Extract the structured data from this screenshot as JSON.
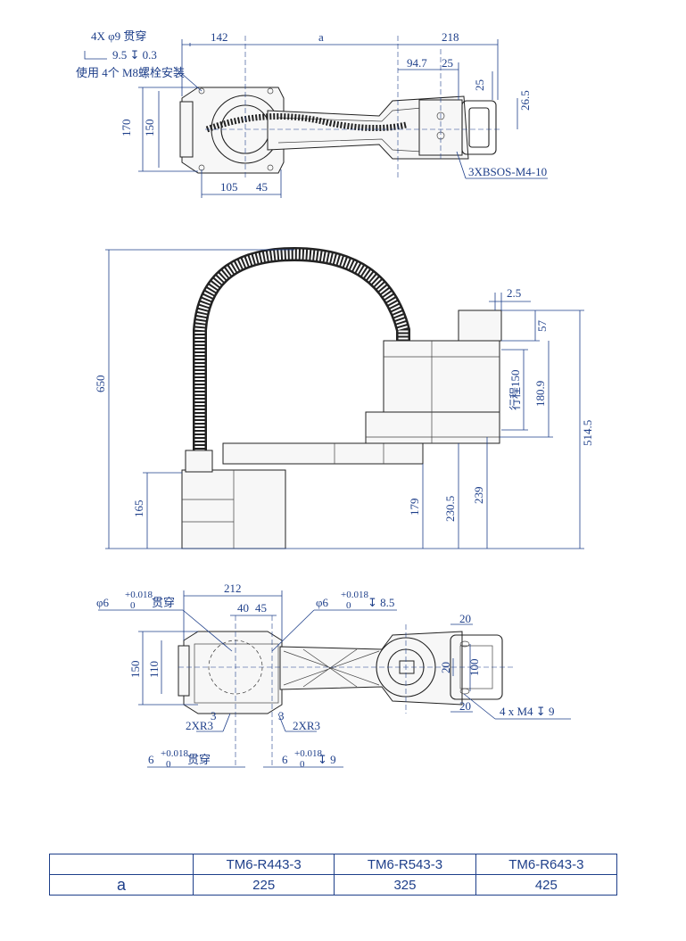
{
  "top_view": {
    "note_holes": "4X φ9 贯穿",
    "note_counterbore": "9.5 ↧ 0.3",
    "note_usage": "使用 4个 M8螺栓安装",
    "dim_142": "142",
    "dim_a": "a",
    "dim_218": "218",
    "dim_94_7": "94.7",
    "dim_25": "25",
    "dim_25_v": "25",
    "dim_26_5": "26.5",
    "dim_170": "170",
    "dim_150": "150",
    "dim_105": "105",
    "dim_45": "45",
    "screw_note": "3XBSOS-M4-10"
  },
  "side_view": {
    "dim_650": "650",
    "dim_165": "165",
    "dim_179": "179",
    "dim_230_5": "230.5",
    "dim_239": "239",
    "dim_2_5": "2.5",
    "dim_57": "57",
    "dim_stroke": "行程150",
    "dim_180_9": "180.9",
    "dim_514_5": "514.5"
  },
  "bottom_view": {
    "dim_212": "212",
    "dim_40": "40",
    "dim_45": "45",
    "pin_hole_through": "φ6",
    "tol_upper": "+0.018",
    "tol_lower": "0",
    "through_word": "贯穿",
    "pin_hole_depth": "φ6",
    "depth_8_5": "↧ 8.5",
    "dim_20_top": "20",
    "dim_150": "150",
    "dim_110": "110",
    "dim_100": "100",
    "dim_20_v": "20",
    "dim_3_left": "3",
    "dim_3_right": "3",
    "radius_left": "2XR3",
    "radius_right": "2XR3",
    "dim_20_bottom": "20",
    "thread_note": "4 x M4 ↧ 9",
    "bottom_left_num": "6",
    "bottom_left_word": "贯穿",
    "bottom_right_num": "6",
    "bottom_right_depth": "↧ 9"
  },
  "table": {
    "headers": [
      "",
      "TM6-R443-3",
      "TM6-R543-3",
      "TM6-R643-3"
    ],
    "row_label": "a",
    "values": [
      "225",
      "325",
      "425"
    ]
  }
}
